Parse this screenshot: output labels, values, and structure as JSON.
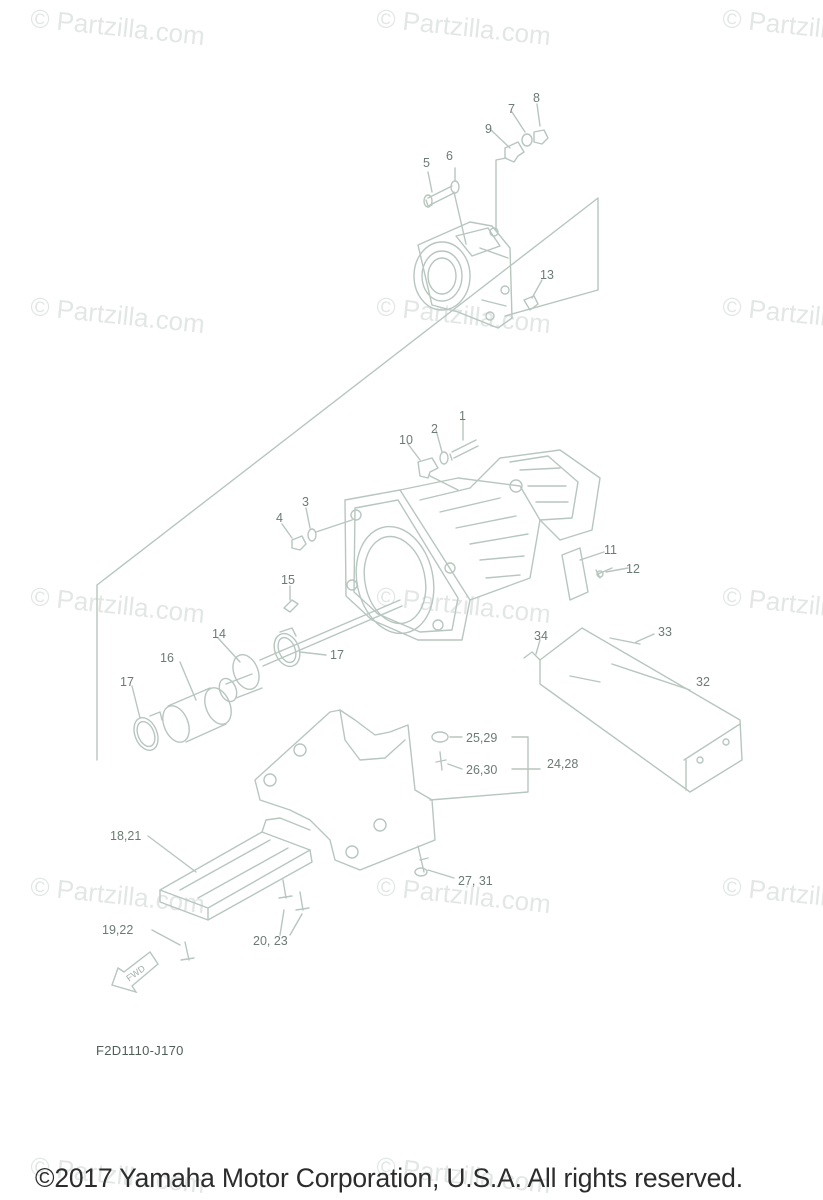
{
  "watermark_text": "© Partzilla.com",
  "diagram_code": "F2D1110-J170",
  "fwd_label": "FWD",
  "copyright": "©2017 Yamaha Motor Corporation, U.S.A. All rights reserved.",
  "callouts": [
    "1",
    "2",
    "3",
    "4",
    "5",
    "6",
    "7",
    "8",
    "9",
    "10",
    "11",
    "12",
    "13",
    "14",
    "15",
    "16",
    "17",
    "17",
    "18,21",
    "19,22",
    "20, 23",
    "24,28",
    "25,29",
    "26,30",
    "27, 31",
    "32",
    "33",
    "34"
  ],
  "colors": {
    "line": "#b7c6bf",
    "text": "#6b7c74",
    "copyright": "#2c2c2c"
  }
}
